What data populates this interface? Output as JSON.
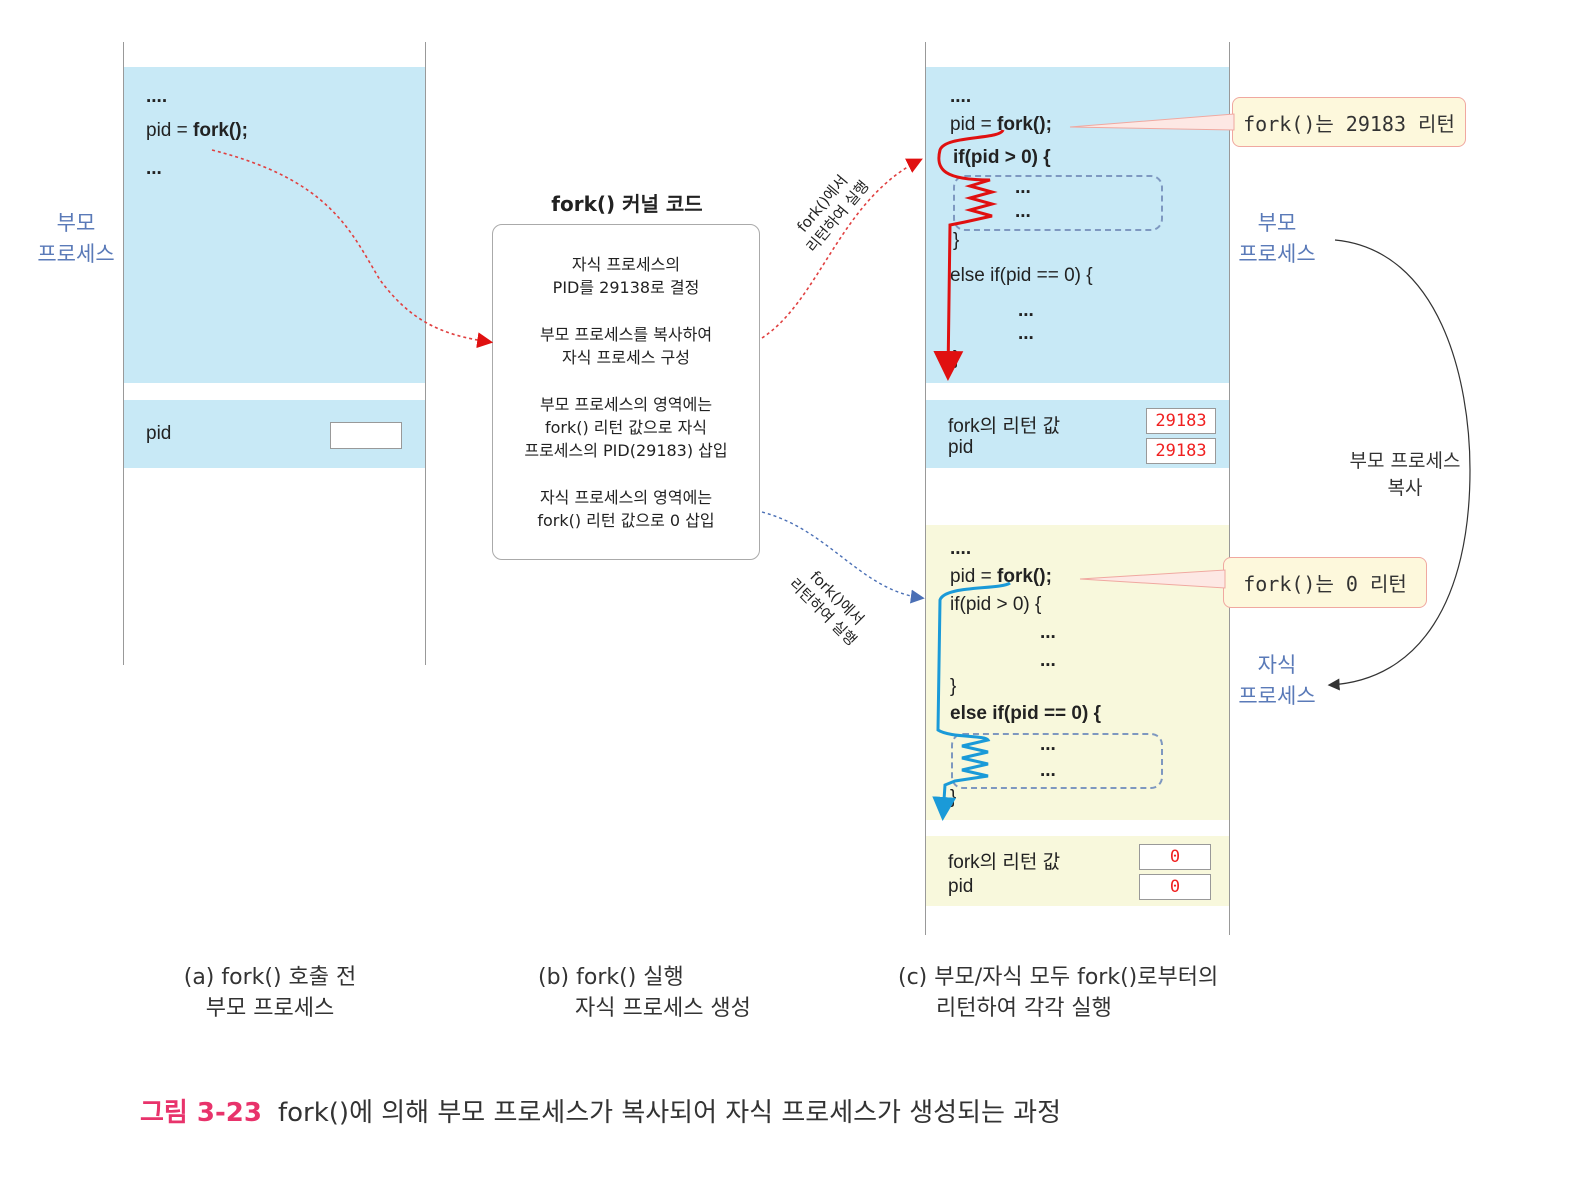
{
  "panel_a": {
    "code": [
      "....",
      "pid = ",
      "fork();",
      "..."
    ],
    "pid_label": "pid",
    "process_label": [
      "부모",
      "프로세스"
    ],
    "caption": [
      "(a) fork() 호출 전",
      "부모 프로세스"
    ]
  },
  "panel_b": {
    "title": "fork() 커널 코드",
    "steps": [
      [
        "자식 프로세스의",
        "PID를 29138로 결정"
      ],
      [
        "부모 프로세스를 복사하여",
        "자식 프로세스 구성"
      ],
      [
        "부모 프로세스의 영역에는",
        "fork() 리턴 값으로 자식",
        "프로세스의 PID(29183) 삽입"
      ],
      [
        "자식 프로세스의 영역에는",
        "fork() 리턴 값으로 0 삽입"
      ]
    ],
    "arrow_label_parent": [
      "fork()에서",
      "리턴하여 실행"
    ],
    "arrow_label_child": [
      "fork()에서",
      "리턴하여 실행"
    ],
    "caption": [
      "(b) fork() 실행",
      "자식 프로세스 생성"
    ]
  },
  "panel_c": {
    "parent": {
      "code": [
        "....",
        "pid = ",
        "fork();",
        "if(pid > 0) {",
        "...",
        "...",
        "}",
        "else if(pid == 0) {",
        "...",
        "...",
        "}"
      ],
      "callout": "fork()는 29183 리턴",
      "return_label": "fork의 리턴 값",
      "return_value": "29183",
      "pid_label": "pid",
      "pid_value": "29183",
      "process_label": [
        "부모",
        "프로세스"
      ]
    },
    "child": {
      "code": [
        "....",
        "pid = ",
        "fork();",
        "if(pid > 0) {",
        "...",
        "...",
        "}",
        "else if(pid == 0) {",
        "...",
        "...",
        "}"
      ],
      "callout": "fork()는 0 리턴",
      "return_label": "fork의 리턴 값",
      "return_value": "0",
      "pid_label": "pid",
      "pid_value": "0",
      "process_label": [
        "자식",
        "프로세스"
      ]
    },
    "copy_label": [
      "부모 프로세스",
      "복사"
    ],
    "caption": [
      "(c) 부모/자식 모두 fork()로부터의",
      "리턴하여 각각 실행"
    ]
  },
  "figure": {
    "number": "그림 3-23",
    "title": "fork()에 의해 부모 프로세스가 복사되어 자식 프로세스가 생성되는 과정"
  },
  "colors": {
    "parent_bg": "#c8e9f6",
    "child_bg": "#f8f8dc",
    "parent_flow": "#e01010",
    "child_flow": "#1a9ad8",
    "figure_number": "#e8336b",
    "process_label": "#5a7ab8"
  }
}
